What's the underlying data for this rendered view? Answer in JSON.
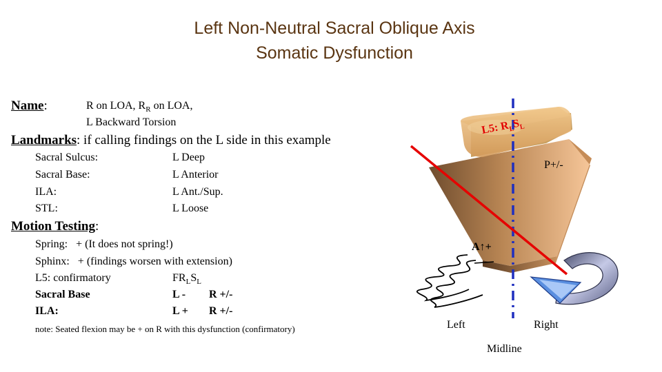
{
  "title": {
    "line1": "Left Non-Neutral Sacral Oblique Axis",
    "line2": "Somatic Dysfunction"
  },
  "name": {
    "label": "Name",
    "colon": ":",
    "v1_a": "R on LOA, R",
    "v1_sub": "R",
    "v1_b": " on LOA,",
    "v2": "L Backward Torsion"
  },
  "landmarks": {
    "label": "Landmarks",
    "rest": ": if calling findings on the L side in this example",
    "rows": [
      {
        "k": "Sacral Sulcus:",
        "v": "L Deep"
      },
      {
        "k": "Sacral Base:",
        "v": "L Anterior"
      },
      {
        "k": "ILA:",
        "v": "L Ant./Sup."
      },
      {
        "k": "STL:",
        "v": "L Loose"
      }
    ]
  },
  "motion": {
    "label": "Motion Testing",
    "colon": ":",
    "spring": "Spring:   + (It does not spring!)",
    "sphinx": "Sphinx:   + (findings worsen with extension)",
    "l5_k": "L5: confirmatory",
    "l5_v_a": "FR",
    "l5_v_sub1": "L",
    "l5_v_b": "S",
    "l5_v_sub2": "L",
    "sacral_k": "Sacral Base",
    "sacral_l": "L -",
    "sacral_r": "R +/-",
    "ila_k": "ILA:",
    "ila_l": "L +",
    "ila_r": "R +/-",
    "note": "note: Seated flexion may be + on R with this dysfunction (confirmatory)"
  },
  "diagram": {
    "l5_a": "L5: R",
    "l5_sub1": "L",
    "l5_b": "S",
    "l5_sub2": "L",
    "p_label": "P+/-",
    "a_label_a": "A",
    "a_arrow": "↑",
    "a_label_b": "+",
    "left": "Left",
    "right": "Right",
    "midline": "Midline",
    "colors": {
      "axis_line": "#e60000",
      "midline": "#1f2fbf",
      "block": "#d9a066",
      "sacrum_light": "#f6c89a",
      "sacrum_dark": "#7a5634",
      "rotation_arrow": "#9aa0c8"
    }
  }
}
